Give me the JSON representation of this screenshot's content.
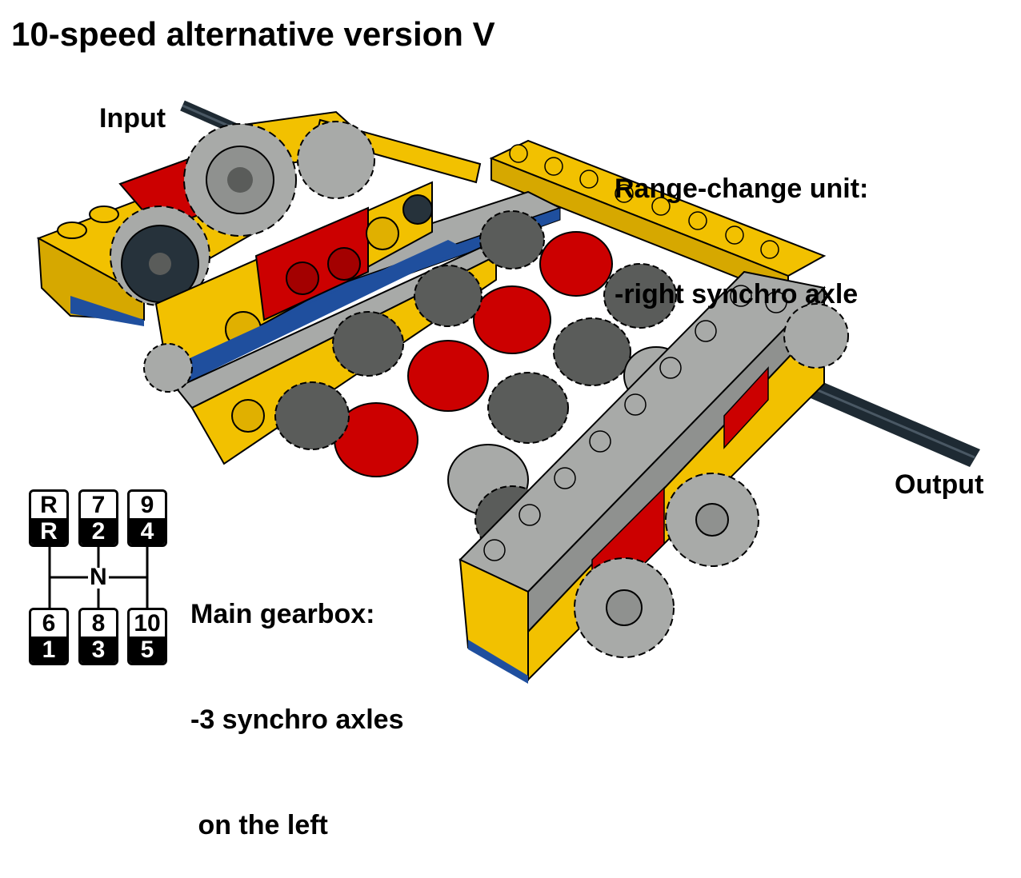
{
  "title": "10-speed alternative version V",
  "labels": {
    "input": "Input",
    "output": "Output",
    "range_unit": [
      "Range-change unit:",
      "-right synchro axle"
    ],
    "main_gearbox": [
      "Main gearbox:",
      "-3 synchro axles",
      " on the left"
    ]
  },
  "shift_pattern": {
    "neutral": "N",
    "gates": [
      {
        "top": "R",
        "bottom": "R"
      },
      {
        "top": "7",
        "bottom": "2"
      },
      {
        "top": "9",
        "bottom": "4"
      },
      {
        "top": "6",
        "bottom": "1"
      },
      {
        "top": "8",
        "bottom": "3"
      },
      {
        "top": "10",
        "bottom": "5"
      }
    ]
  },
  "colors": {
    "yellow": "#f2c100",
    "red": "#cc0000",
    "blue": "#1f4f9e",
    "light_gray": "#a8aaa8",
    "dark_gray": "#5a5c5a",
    "axle": "#1e2a33"
  }
}
